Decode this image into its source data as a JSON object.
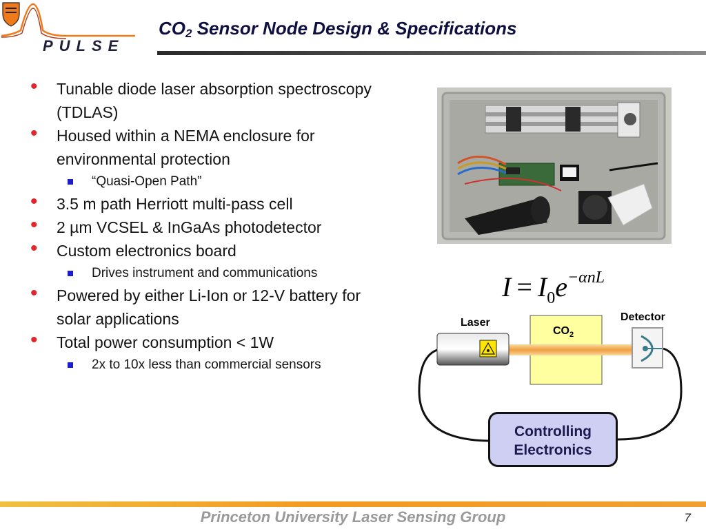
{
  "header": {
    "logo_text": "PULSE",
    "title_prefix": "CO",
    "title_sub": "2",
    "title_rest": " Sensor Node Design & Specifications"
  },
  "bullets": [
    {
      "level": 1,
      "text": "Tunable diode laser absorption spectroscopy"
    },
    {
      "level": 1,
      "text": "(TDLAS)",
      "continuation": true
    },
    {
      "level": 1,
      "text": "Housed within a NEMA enclosure for"
    },
    {
      "level": 1,
      "text": "environmental protection",
      "continuation": true
    },
    {
      "level": 2,
      "text": "“Quasi-Open Path”"
    },
    {
      "level": 1,
      "text": "3.5 m path Herriott multi-pass cell"
    },
    {
      "level": 1,
      "text": "2 µm VCSEL & InGaAs photodetector"
    },
    {
      "level": 1,
      "text": "Custom electronics board"
    },
    {
      "level": 2,
      "text": "Drives instrument and communications"
    },
    {
      "level": 1,
      "text": "Powered by either Li-Ion or 12-V battery for"
    },
    {
      "level": 1,
      "text": "solar applications",
      "continuation": true
    },
    {
      "level": 1,
      "text": "Total power consumption < 1W"
    },
    {
      "level": 2,
      "text": "2x to 10x less than commercial sensors"
    }
  ],
  "formula": {
    "lhs": "I",
    "eq": "=",
    "rhs_var": "I",
    "rhs_sub": "0",
    "rhs_base": "e",
    "rhs_exp": "−αnL"
  },
  "diagram": {
    "laser_label": "Laser",
    "co2_label": "CO",
    "co2_sub": "2",
    "detector_label": "Detector",
    "controller_line1": "Controlling",
    "controller_line2": "Electronics"
  },
  "footer": {
    "text": "Princeton University Laser Sensing Group",
    "page_number": "7"
  },
  "colors": {
    "bullet_dot": "#e0262c",
    "sub_bullet": "#1c1ccc",
    "footer_bar": "#f39a20",
    "beam": "#f0a040",
    "co2_cell": "#ffffa0",
    "controller": "#cfcff3"
  }
}
